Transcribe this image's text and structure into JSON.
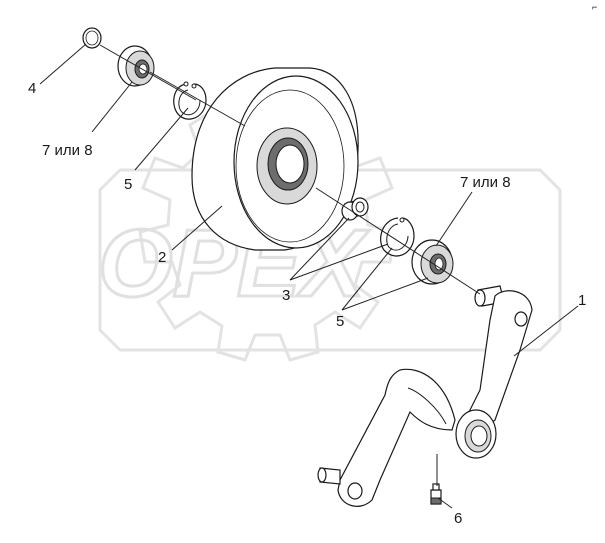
{
  "labels": {
    "l1": "1",
    "l2": "2",
    "l3": "3",
    "l4": "4",
    "l5a": "5",
    "l5b": "5",
    "l6": "6",
    "l78a": "7 или 8",
    "l78b": "7 или 8"
  },
  "watermark": {
    "text": "OPEX"
  },
  "corner_mark": "⌐"
}
